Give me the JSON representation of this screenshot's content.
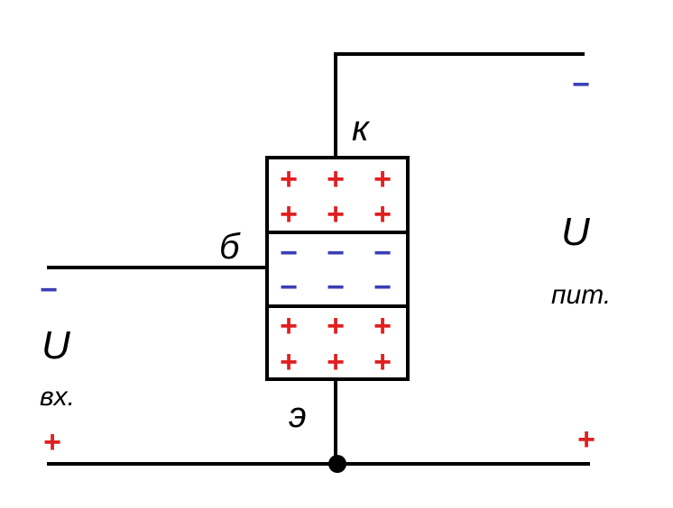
{
  "colors": {
    "line": "#000000",
    "plus": "#e02020",
    "minus": "#3a3fb5"
  },
  "terminals": {
    "collector": "к",
    "base": "б",
    "emitter": "э"
  },
  "input": {
    "symbol": "U",
    "subscript": "вх.",
    "top_sign": "−",
    "bottom_sign": "+"
  },
  "supply": {
    "symbol": "U",
    "subscript": "пит.",
    "top_sign": "−",
    "bottom_sign": "+"
  },
  "regions": {
    "collector_sign": "+",
    "base_sign": "−",
    "emitter_sign": "+"
  }
}
